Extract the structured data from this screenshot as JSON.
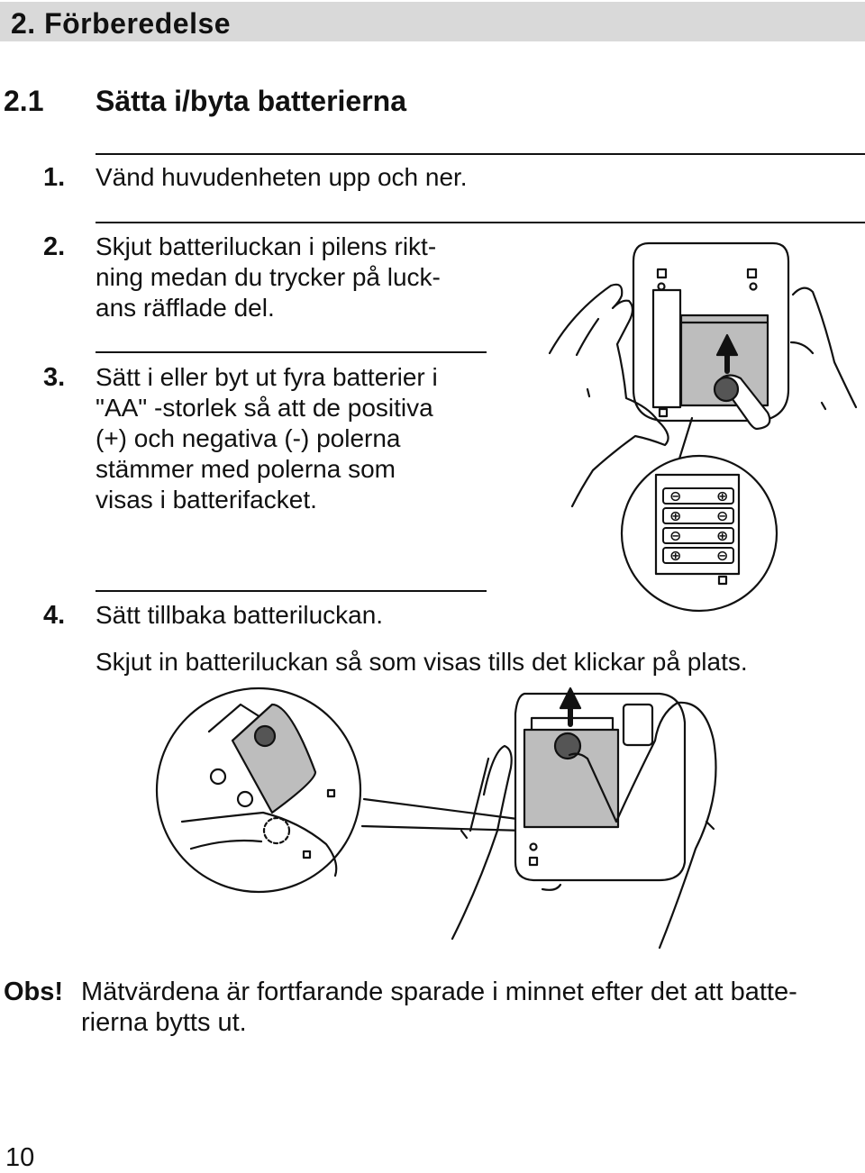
{
  "chapter": {
    "title": "2. Förberedelse"
  },
  "section": {
    "number": "2.1",
    "title": "Sätta i/byta batterierna"
  },
  "steps": [
    {
      "number": "1.",
      "lines": [
        "Vänd huvudenheten upp och ner."
      ]
    },
    {
      "number": "2.",
      "lines": [
        "Skjut batteriluckan i pilens rikt-",
        "ning medan du trycker på luck-",
        "ans räfflade del."
      ]
    },
    {
      "number": "3.",
      "lines": [
        "Sätt i eller byt ut fyra batterier i",
        "\"AA\" -storlek så att de positiva",
        "(+) och negativa (-) polerna",
        "stämmer med polerna som",
        "visas i batterifacket."
      ]
    },
    {
      "number": "4.",
      "lines": [
        "Sätt tillbaka batteriluckan.",
        "Skjut in batteriluckan så som visas tills det klickar på plats."
      ]
    }
  ],
  "note": {
    "label": "Obs!",
    "text": "Mätvärdena är fortfarande sparade i minnet efter det att batte-rierna bytts ut."
  },
  "figure_colors": {
    "line": "#111111",
    "panel_gray": "#bdbdbd",
    "grip_gray": "#555555"
  },
  "page_number": "10"
}
